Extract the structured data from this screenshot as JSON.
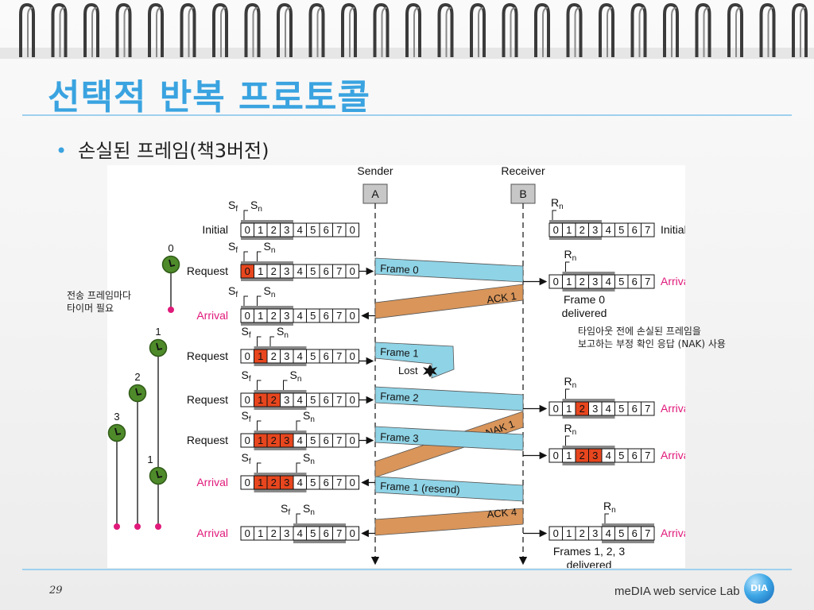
{
  "slide": {
    "title": "선택적 반복 프로토콜",
    "bullet": "손실된 프레임(책3버전)",
    "note_left": [
      "전송 프레임마다",
      "타이머 필요"
    ],
    "note_right": [
      "타임아웃 전에 손실된 프레임을",
      "보고하는 부정 확인 응답 (NAK) 사용"
    ],
    "page_number": "29",
    "footer": "meDIA web service Lab",
    "logo_text": "DIA"
  },
  "colors": {
    "title": "#3aa3e0",
    "frame_band": "#8fd3e6",
    "ack_band": "#d9955a",
    "highlight_cell": "#e8461e",
    "magenta": "#e0197a",
    "timer_green": "#4e8a2a"
  },
  "diagram": {
    "sender": {
      "label": "Sender",
      "box": "A"
    },
    "receiver": {
      "label": "Receiver",
      "box": "B"
    },
    "sf": "S",
    "sf_sub": "f",
    "sn": "S",
    "sn_sub": "n",
    "rn": "R",
    "rn_sub": "n",
    "sender_cells": [
      "0",
      "1",
      "2",
      "3",
      "4",
      "5",
      "6",
      "7",
      "0"
    ],
    "receiver_cells": [
      "0",
      "1",
      "2",
      "3",
      "4",
      "5",
      "6",
      "7"
    ],
    "sender_rows": [
      {
        "label": "Initial",
        "label_color": "black",
        "highlight": [],
        "sf_index": 0,
        "sn_index": 0
      },
      {
        "label": "Request",
        "label_color": "black",
        "highlight": [
          0
        ],
        "sf_index": 0,
        "sn_index": 1
      },
      {
        "label": "Arrival",
        "label_color": "magenta",
        "highlight": [],
        "sf_index": 0,
        "sn_index": 1
      },
      {
        "label": "Request",
        "label_color": "black",
        "highlight": [
          1
        ],
        "sf_index": 1,
        "sn_index": 2
      },
      {
        "label": "Request",
        "label_color": "black",
        "highlight": [
          1,
          2
        ],
        "sf_index": 1,
        "sn_index": 3
      },
      {
        "label": "Request",
        "label_color": "black",
        "highlight": [
          1,
          2,
          3
        ],
        "sf_index": 1,
        "sn_index": 4
      },
      {
        "label": "Arrival",
        "label_color": "magenta",
        "highlight": [
          1,
          2,
          3
        ],
        "sf_index": 1,
        "sn_index": 4
      },
      {
        "label": "Arrival",
        "label_color": "magenta",
        "highlight": [],
        "sf_index": 4,
        "sn_index": 4
      }
    ],
    "receiver_rows": [
      {
        "label": "Initial",
        "label_color": "black",
        "highlight": [],
        "rn_index": 0,
        "note": []
      },
      {
        "label": "Arrival",
        "label_color": "magenta",
        "highlight": [],
        "rn_index": 1,
        "note": [
          "Frame 0",
          "delivered"
        ]
      },
      {
        "label": "Arrival",
        "label_color": "magenta",
        "highlight": [
          2
        ],
        "rn_index": 1,
        "note": []
      },
      {
        "label": "Arrival",
        "label_color": "magenta",
        "highlight": [
          2,
          3
        ],
        "rn_index": 1,
        "note": []
      },
      {
        "label": "Arrival",
        "label_color": "magenta",
        "highlight": [],
        "rn_index": 4,
        "note": [
          "Frames 1, 2, 3",
          "delivered"
        ]
      }
    ],
    "messages": {
      "frame0": "Frame 0",
      "ack1": "ACK 1",
      "frame1": "Frame 1",
      "lost": "Lost",
      "frame2": "Frame 2",
      "nak1": "NAK 1",
      "frame3": "Frame 3",
      "frame1_resend": "Frame 1 (resend)",
      "ack4": "ACK 4"
    },
    "timer_labels": [
      "0",
      "1",
      "2",
      "3",
      "1"
    ]
  }
}
